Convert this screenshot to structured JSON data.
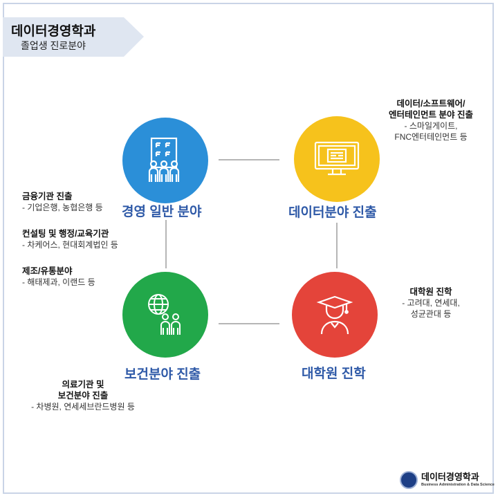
{
  "header": {
    "title": "데이터경영학과",
    "subtitle": "졸업생 진로분야"
  },
  "nodes": {
    "management": {
      "label": "경영 일반 분야",
      "icon": "office-building-people-icon",
      "color": "#2b8fd8"
    },
    "data": {
      "label": "데이터분야 진출",
      "icon": "computer-monitor-icon",
      "color": "#f6c21c"
    },
    "health": {
      "label": "보건분야 진출",
      "icon": "globe-people-icon",
      "color": "#22a84a"
    },
    "grad": {
      "label": "대학원 진학",
      "icon": "graduate-cap-icon",
      "color": "#e4443a"
    }
  },
  "notes": {
    "data": {
      "heading1": "데이터/소프트웨어/",
      "heading2": "엔터테인먼트 분야 진출",
      "detail1": "- 스마일게이트,",
      "detail2": "FNC엔터테인먼트 등"
    },
    "finance": {
      "heading": "금융기관 진출",
      "detail": "- 기업은행, 농협은행 등"
    },
    "consulting": {
      "heading": "컨설팅 및 행정/교육기관",
      "detail": "- 차케어스, 현대회계법인 등"
    },
    "manufacturing": {
      "heading": "제조/유통분야",
      "detail": "- 해태제과, 이랜드 등"
    },
    "grad": {
      "heading": "대학원 진학",
      "detail1": "- 고려대, 연세대,",
      "detail2": "성균관대 등"
    },
    "health": {
      "heading1": "의료기관 및",
      "heading2": "보건분야 진출",
      "detail": "- 차병원, 연세세브란드병원 등"
    }
  },
  "logo": {
    "name": "데이터경영학과",
    "english": "Business Administration & Data Science"
  }
}
